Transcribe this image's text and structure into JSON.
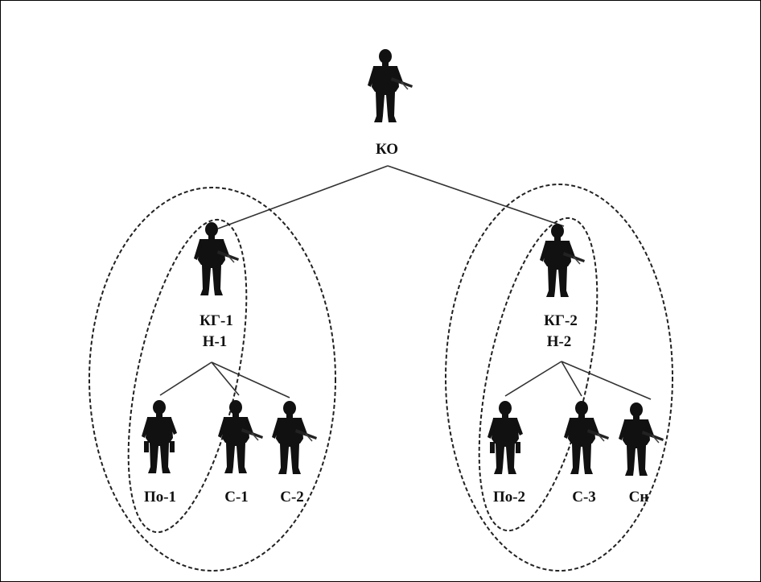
{
  "diagram": {
    "commander": {
      "label": "КО"
    },
    "groups": [
      {
        "leader_code": "КГ-1",
        "second_code": "Н-1",
        "members": [
          "По-1",
          "С-1",
          "С-2"
        ]
      },
      {
        "leader_code": "КГ-2",
        "second_code": "Н-2",
        "members": [
          "По-2",
          "С-3",
          "Сн"
        ]
      }
    ],
    "colors": {
      "ink": "#111111",
      "background": "#ffffff"
    },
    "icons": [
      "soldier-icon",
      "soldier-with-rifle-icon",
      "soldier-with-equipment-icon"
    ]
  }
}
